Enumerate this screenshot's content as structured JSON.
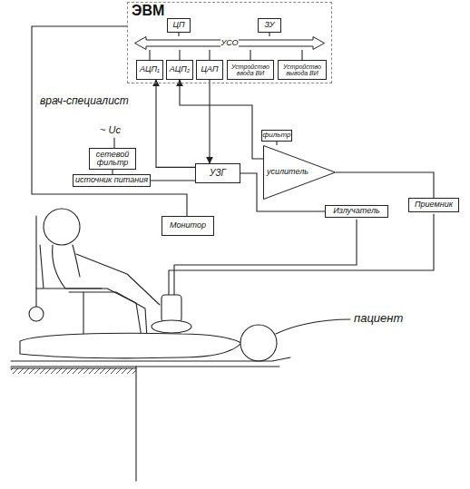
{
  "diagram": {
    "nodes": [
      {
        "text": [
          "ЭВМ"
        ]
      },
      {
        "text": [
          "ЦП"
        ],
        "in": 0
      },
      {
        "text": [
          "ЗУ"
        ],
        "in": 0
      },
      {
        "text": [
          "УСО"
        ],
        "in": 0
      },
      {
        "text": [
          "АЦП₁"
        ],
        "in": 0
      },
      {
        "text": [
          "АЦП₂"
        ],
        "in": 0
      },
      {
        "text": [
          "ЦАП"
        ],
        "in": 0
      },
      {
        "text": [
          "Устройство ввода ВИ"
        ],
        "in": 0
      },
      {
        "text": [
          "Устройство вывода ВИ"
        ],
        "in": 0
      },
      {
        "text": [
          "сетевой фильтр"
        ]
      },
      {
        "text": [
          "источник питания"
        ]
      },
      {
        "text": [
          "УЗГ"
        ]
      },
      {
        "text": [
          "фильтр"
        ]
      },
      {
        "text": [
          "усилитель"
        ]
      },
      {
        "text": [
          "Монитор"
        ]
      },
      {
        "text": [
          "Излучатель"
        ]
      },
      {
        "text": [
          "Приемник"
        ]
      }
    ],
    "edges": [
      {
        "from": 1,
        "to": 3,
        "arrow": "none"
      },
      {
        "from": 2,
        "to": 3,
        "arrow": "none"
      },
      {
        "from": 3,
        "to": 4,
        "arrow": "none"
      },
      {
        "from": 3,
        "to": 5,
        "arrow": "none"
      },
      {
        "from": 3,
        "to": 6,
        "arrow": "none"
      },
      {
        "from": 3,
        "to": 7,
        "arrow": "none"
      },
      {
        "from": 3,
        "to": 8,
        "arrow": "none"
      },
      {
        "from": 0,
        "to": 14,
        "arrow": "none"
      },
      {
        "from": 9,
        "to": 10,
        "arrow": "none"
      },
      {
        "from": 10,
        "to": 11,
        "arrow": "none"
      },
      {
        "from": 6,
        "to": 11,
        "arrow": "to"
      },
      {
        "from": 11,
        "to": 4,
        "arrow": "to"
      },
      {
        "from": 13,
        "to": 5,
        "arrow": "to"
      },
      {
        "from": 12,
        "to": 13,
        "arrow": "none"
      },
      {
        "from": 16,
        "to": 13,
        "arrow": "none"
      },
      {
        "from": 11,
        "to": 15,
        "arrow": "none"
      }
    ],
    "labels": [
      "~ Uс",
      "врач-специалист",
      "пациент"
    ]
  }
}
